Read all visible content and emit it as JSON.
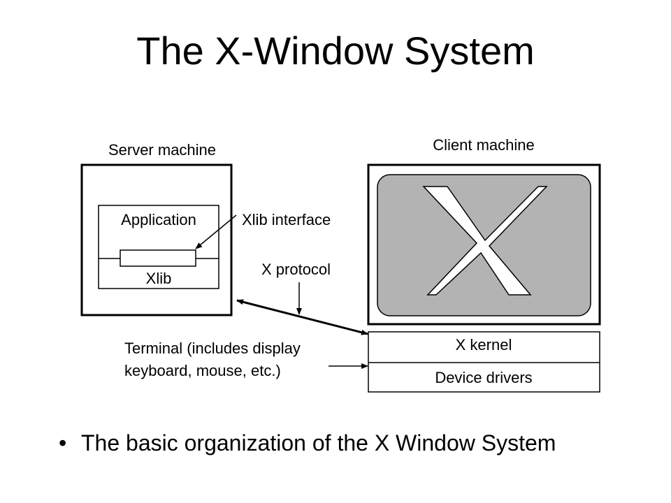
{
  "title": "The X-Window System",
  "diagram": {
    "server": {
      "label": "Server machine",
      "application_label": "Application",
      "xlib_label": "Xlib"
    },
    "client": {
      "label": "Client machine",
      "logo": "X",
      "kernel_label": "X kernel",
      "drivers_label": "Device drivers",
      "screen_color": "#b3b3b3"
    },
    "annotations": {
      "xlib_interface": "Xlib interface",
      "x_protocol": "X protocol",
      "terminal_line1": "Terminal (includes display",
      "terminal_line2": "keyboard, mouse, etc.)"
    }
  },
  "bullet": {
    "marker": "•",
    "text": "The basic organization of the X Window System"
  }
}
